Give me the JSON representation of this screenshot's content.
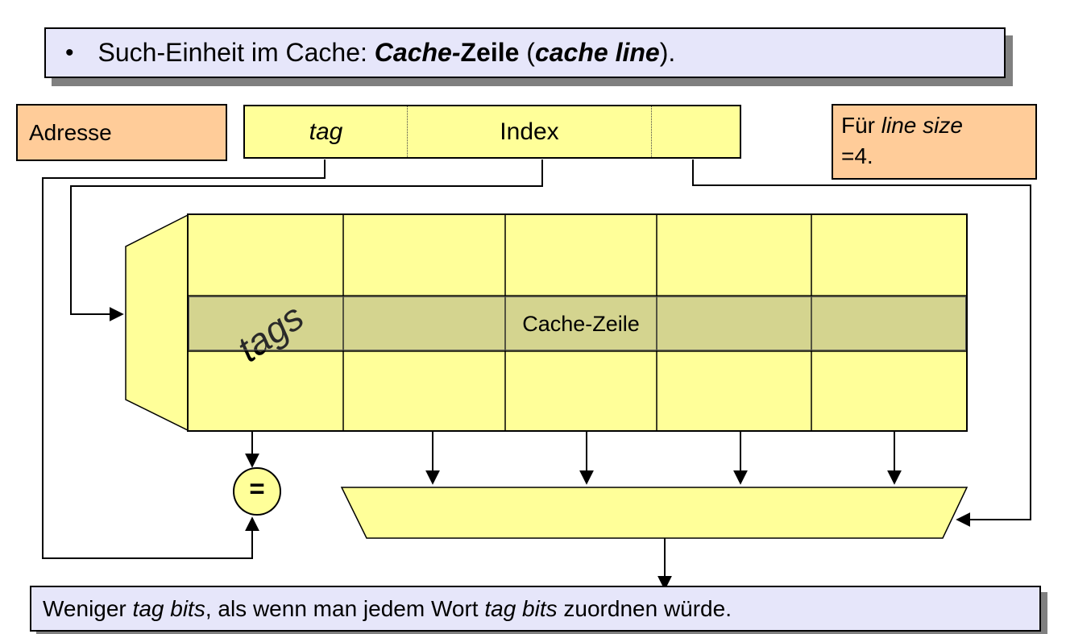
{
  "title": {
    "bullet": "•",
    "s1": "Such-Einheit im Cache: ",
    "s2": "Cache-",
    "s3": "Zeile",
    "s4": " (",
    "s5": "cache line",
    "s6": ")."
  },
  "address": {
    "label": "Adresse",
    "field": {
      "tag_label": "tag",
      "index_label": "Index",
      "offset_label": ""
    }
  },
  "line_size_note": {
    "s1": "Für ",
    "s2": "line size",
    "s3": "=4."
  },
  "cache_array": {
    "rows": 3,
    "columns": 5,
    "highlighted_row_label": "Cache-Zeile",
    "tags_column_label": "tags"
  },
  "comparator": {
    "symbol": "="
  },
  "bottom_note": {
    "s1": "Weniger ",
    "s2": "tag bits",
    "s3": ", als wenn man jedem Wort ",
    "s4": "tag bits",
    "s5": " zuordnen würde."
  },
  "colors": {
    "box_yellow": "#FFFF99",
    "box_orange": "#FFCC99",
    "box_lavender": "#E6E6FA",
    "shadow_gray": "#808080",
    "row_highlight_overlay": "rgba(125,125,125,0.33)",
    "line_black": "#000000"
  }
}
